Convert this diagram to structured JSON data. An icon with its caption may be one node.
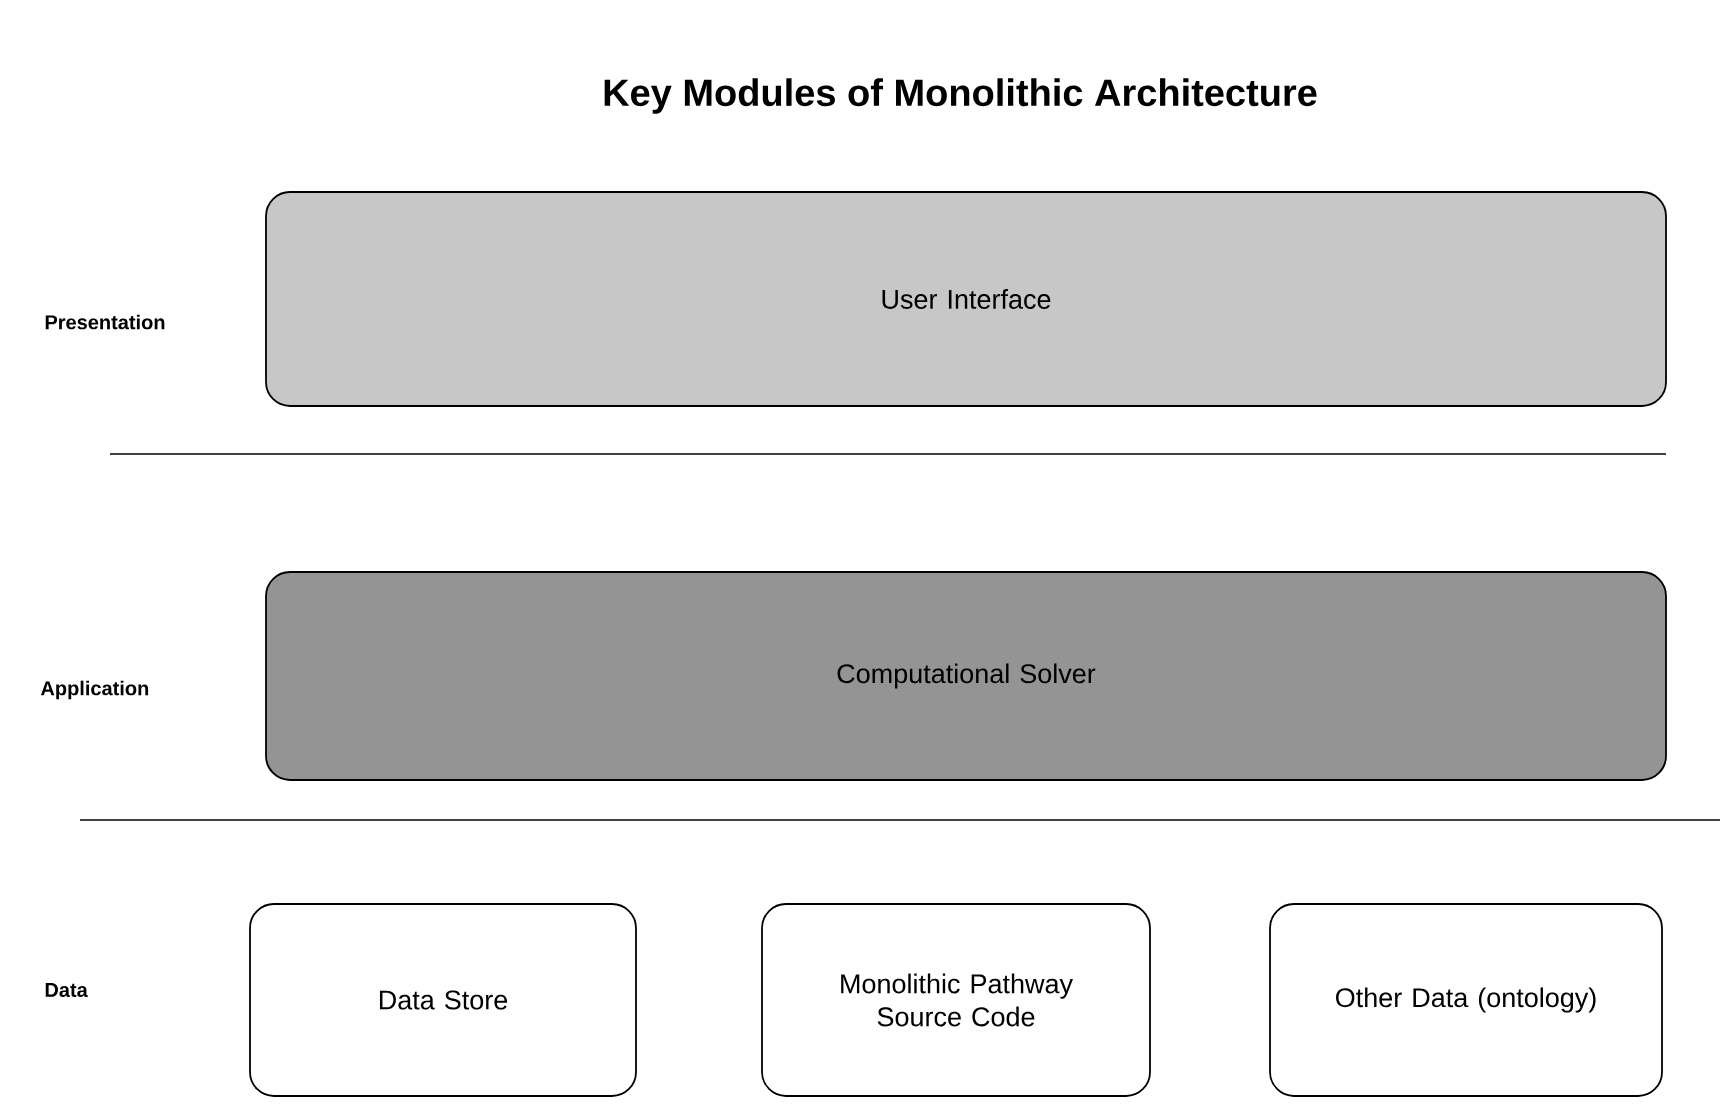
{
  "diagram": {
    "title": "Key Modules of Monolithic Architecture",
    "nodes": [
      {
        "text": [
          "User Interface"
        ]
      },
      {
        "text": [
          "Computational Solver"
        ]
      },
      {
        "text": [
          "Data Store"
        ]
      },
      {
        "text": [
          "Monolithic Pathway Source Code"
        ]
      },
      {
        "text": [
          "Other Data (ontology)"
        ]
      }
    ],
    "labels": [
      "Presentation",
      "Application",
      "Data"
    ]
  }
}
